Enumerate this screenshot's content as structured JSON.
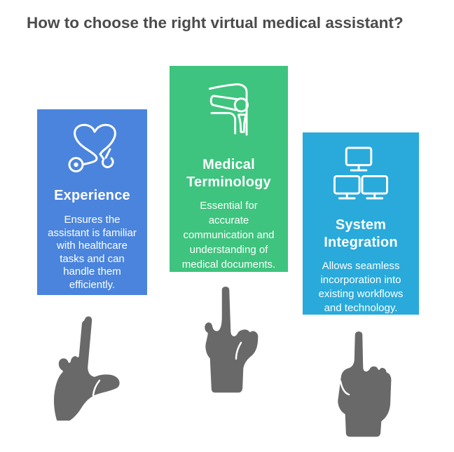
{
  "page": {
    "title": "How to choose the right virtual medical assistant?",
    "title_color": "#4b4b4b",
    "background": "#ffffff"
  },
  "cards": [
    {
      "id": "experience",
      "icon": "heart-stethoscope-icon",
      "color": "#4a84dd",
      "title_lines": [
        "Experience"
      ],
      "body_lines": [
        "Ensures the",
        "assistant is familiar",
        "with healthcare",
        "tasks and can",
        "handle them",
        "efficiently."
      ]
    },
    {
      "id": "medical-terminology",
      "icon": "joint-bone-icon",
      "color": "#3ec47e",
      "title_lines": [
        "Medical",
        "Terminology"
      ],
      "body_lines": [
        "Essential for",
        "accurate",
        "communication and",
        "understanding of",
        "medical documents."
      ]
    },
    {
      "id": "system-integration",
      "icon": "networked-monitors-icon",
      "color": "#29aadb",
      "title_lines": [
        "System",
        "Integration"
      ],
      "body_lines": [
        "Allows seamless",
        "incorporation into",
        "existing workflows",
        "and technology."
      ]
    }
  ],
  "hands": [
    {
      "name": "pointing-hand-thumb-out",
      "color": "#696969"
    },
    {
      "name": "pointing-hand-back",
      "color": "#696969"
    },
    {
      "name": "pointing-hand-fist",
      "color": "#696969"
    }
  ]
}
